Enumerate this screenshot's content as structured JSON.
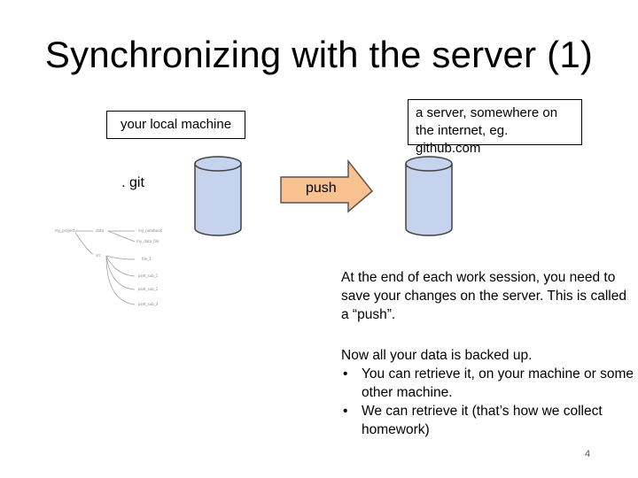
{
  "slide": {
    "title": "Synchronizing with the server (1)",
    "page_number": "4"
  },
  "labels": {
    "local_machine": "your local machine",
    "server": "a server, somewhere on the internet, eg. github.com",
    "git": ". git",
    "push": "push"
  },
  "tree": {
    "root": "my_project",
    "dirs": [
      "data",
      "src"
    ],
    "files": [
      "my_notebook",
      "my_data_file",
      "file_1",
      "pset_sub_1",
      "pset_sub_2",
      "pset_sub_3"
    ]
  },
  "text": {
    "para1": "At the end of each work session, you need to save your changes on the server.  This is called a “push”.",
    "para2_intro": "Now all your data is backed up.",
    "bullets": [
      "You can retrieve it, on your machine or some other machine.",
      "We can retrieve it (that’s how we collect homework)"
    ]
  },
  "colors": {
    "cylinder_fill": "#c5d3ee",
    "arrow_fill": "#f8c290",
    "outline": "#404040"
  }
}
